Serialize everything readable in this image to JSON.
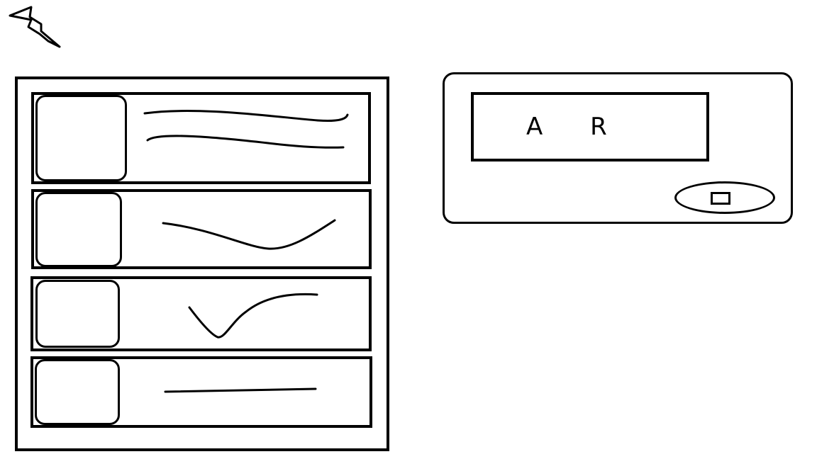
{
  "app": {
    "logo_icon": "lightning-bolt-icon"
  },
  "list": {
    "items": [
      {
        "thumbnail_icon": "image-placeholder-icon",
        "sketch": "two-text-lines"
      },
      {
        "thumbnail_icon": "image-placeholder-icon",
        "sketch": "text-line"
      },
      {
        "thumbnail_icon": "image-placeholder-icon",
        "sketch": "text-line"
      },
      {
        "thumbnail_icon": "image-placeholder-icon",
        "sketch": "text-line"
      }
    ]
  },
  "device": {
    "display_text": "A R",
    "button_icon": "stop-icon"
  },
  "colors": {
    "stroke": "#000000",
    "background": "#ffffff"
  }
}
